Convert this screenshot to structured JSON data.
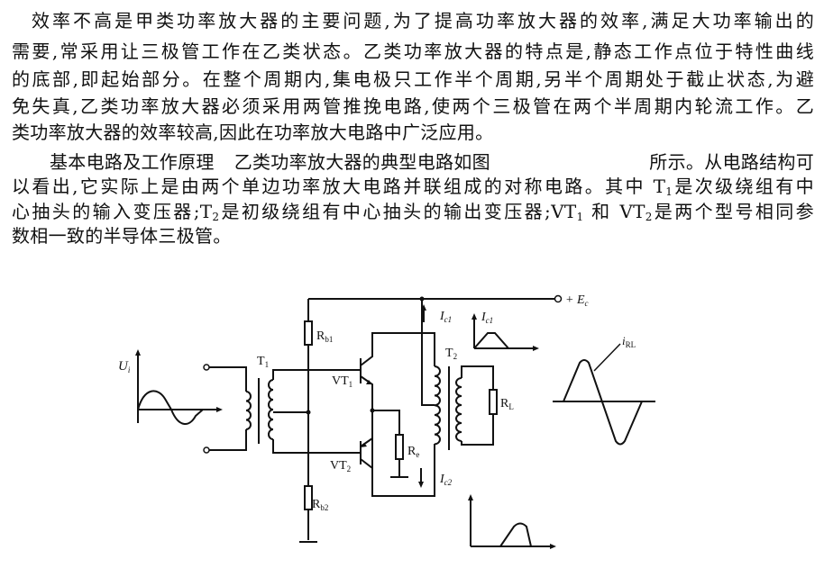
{
  "paragraph1": [
    "效率不高是甲类功率放大器的主要问题,为了提高功率放大器的效率,满足大功率输出的",
    "需要,常采用让三极管工作在乙类状态。乙类功率放大器的特点是,静态工作点位于特性曲线",
    "的底部,即起始部分。在整个周期内,集电极只工作半个周期,另半个周期处于截止状态,为避",
    "免失真,乙类功率放大器必须采用两管推挽电路,使两个三极管在两个半周期内轮流工作。乙",
    "类功率放大器的效率较高,因此在功率放大电路中广泛应用。"
  ],
  "paragraph2": {
    "line1_heading": "基本电路及工作原理",
    "line1_a": "乙类功率放大器的典型电路如图",
    "line1_b": "所示。从电路结构可",
    "line2": [
      "以看出,它实际上是由两个单边功率放大电路并联组成的对称电路。其中 T",
      "1",
      "是次级绕组有中"
    ],
    "line3": [
      "心抽头的输入变压器;T",
      "2",
      "是初级绕组有中心抽头的输出变压器;VT",
      "1",
      " 和 VT",
      "2",
      "是两个型号相同参"
    ],
    "line4": "数相一致的半导体三极管。"
  },
  "diagram": {
    "ui": {
      "main": "U",
      "sub": "i"
    },
    "t1": {
      "main": "T",
      "sub": "1"
    },
    "t2": {
      "main": "T",
      "sub": "2"
    },
    "rb1": {
      "main": "R",
      "sub": "b1"
    },
    "rb2": {
      "main": "R",
      "sub": "b2"
    },
    "vt1": {
      "main": "VT",
      "sub": "1"
    },
    "vt2": {
      "main": "VT",
      "sub": "2"
    },
    "re": {
      "main": "R",
      "sub": "e"
    },
    "rl": {
      "main": "R",
      "sub": "L"
    },
    "ic1": {
      "main": "I",
      "sub": "c1"
    },
    "ic1_wave": {
      "main": "I",
      "sub": "c1"
    },
    "ic2": {
      "main": "I",
      "sub": "c2"
    },
    "ec": {
      "main": "+ E",
      "sub": "c"
    },
    "irl": {
      "main": "i",
      "sub": "RL"
    }
  }
}
